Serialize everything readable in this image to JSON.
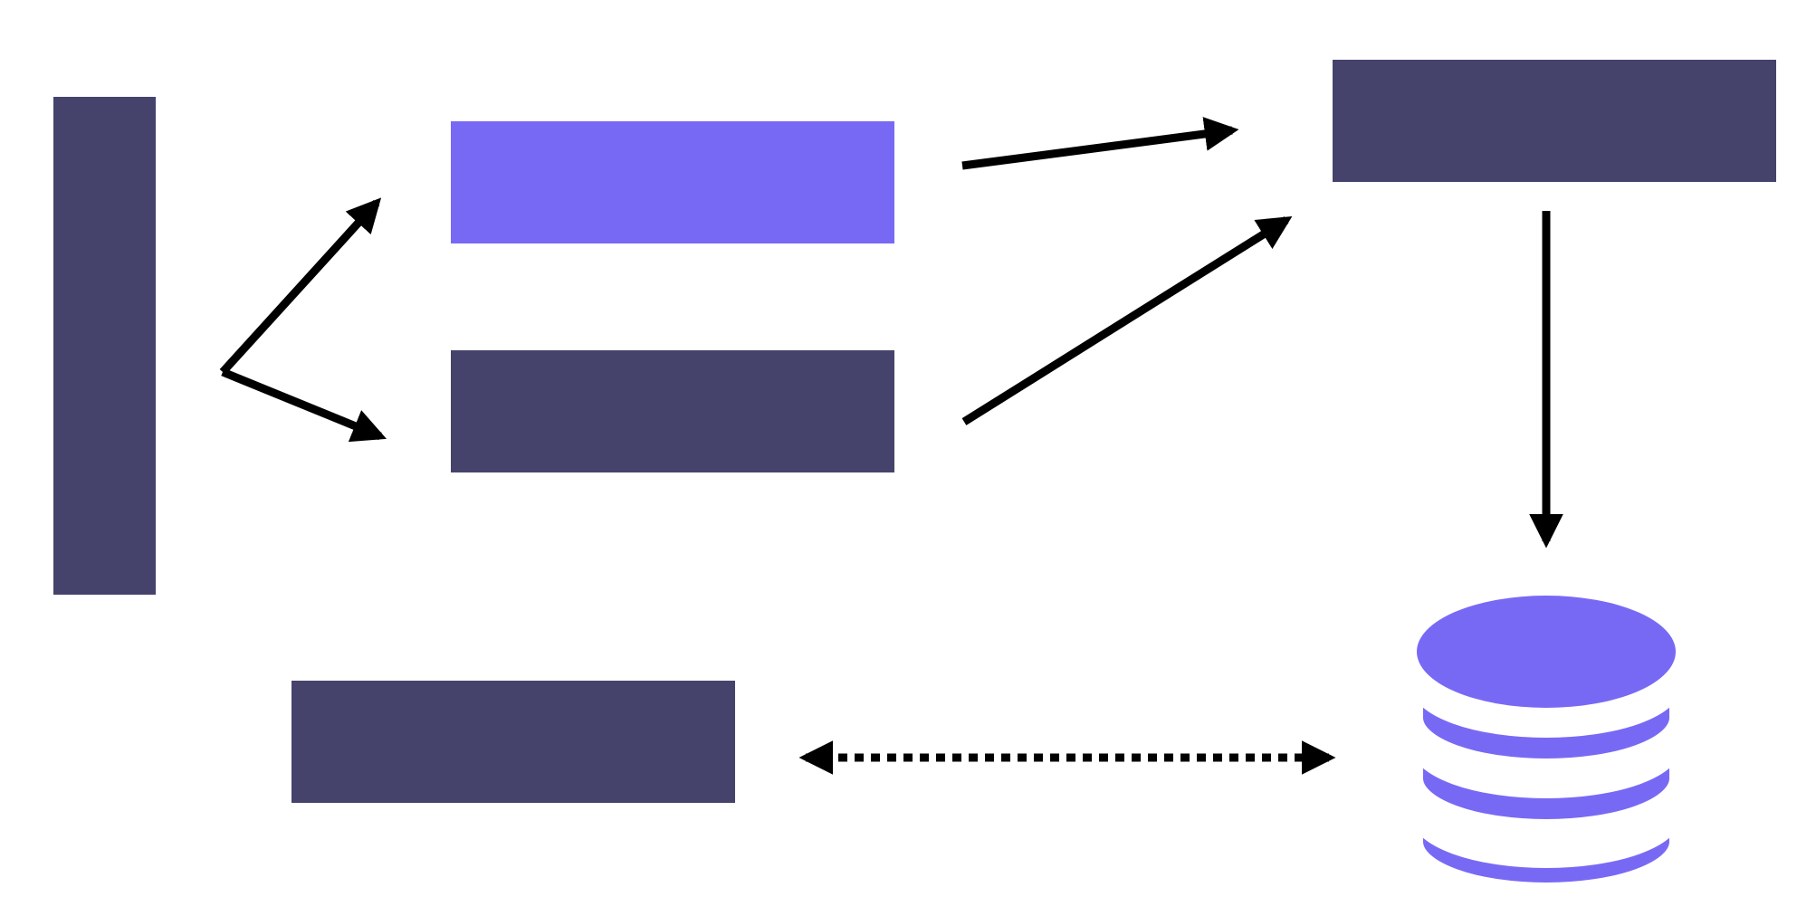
{
  "colors": {
    "background": "#ffffff",
    "dark_block": "#45436b",
    "accent_block": "#7869f5",
    "arrow": "#000000"
  },
  "nodes": [
    {
      "id": "left-column-block",
      "fill": "accent_none_dark",
      "color": "#45436b",
      "label": ""
    },
    {
      "id": "top-middle-block",
      "color": "#7869f5",
      "label": ""
    },
    {
      "id": "middle-block",
      "color": "#45436b",
      "label": ""
    },
    {
      "id": "top-right-block",
      "color": "#45436b",
      "label": ""
    },
    {
      "id": "bottom-left-block",
      "color": "#45436b",
      "label": ""
    },
    {
      "id": "database",
      "color": "#7869f5",
      "icon": "database-icon",
      "label": ""
    }
  ],
  "edges": [
    {
      "id": "arrow-split-to-top-middle",
      "style": "solid",
      "direction": "forward"
    },
    {
      "id": "arrow-split-to-middle",
      "style": "solid",
      "direction": "forward"
    },
    {
      "id": "arrow-top-middle-to-top-right",
      "style": "solid",
      "direction": "forward"
    },
    {
      "id": "arrow-middle-to-top-right",
      "style": "solid",
      "direction": "forward"
    },
    {
      "id": "arrow-top-right-to-database",
      "style": "solid",
      "direction": "forward"
    },
    {
      "id": "arrow-bottom-left-database",
      "style": "dotted",
      "direction": "both"
    }
  ]
}
